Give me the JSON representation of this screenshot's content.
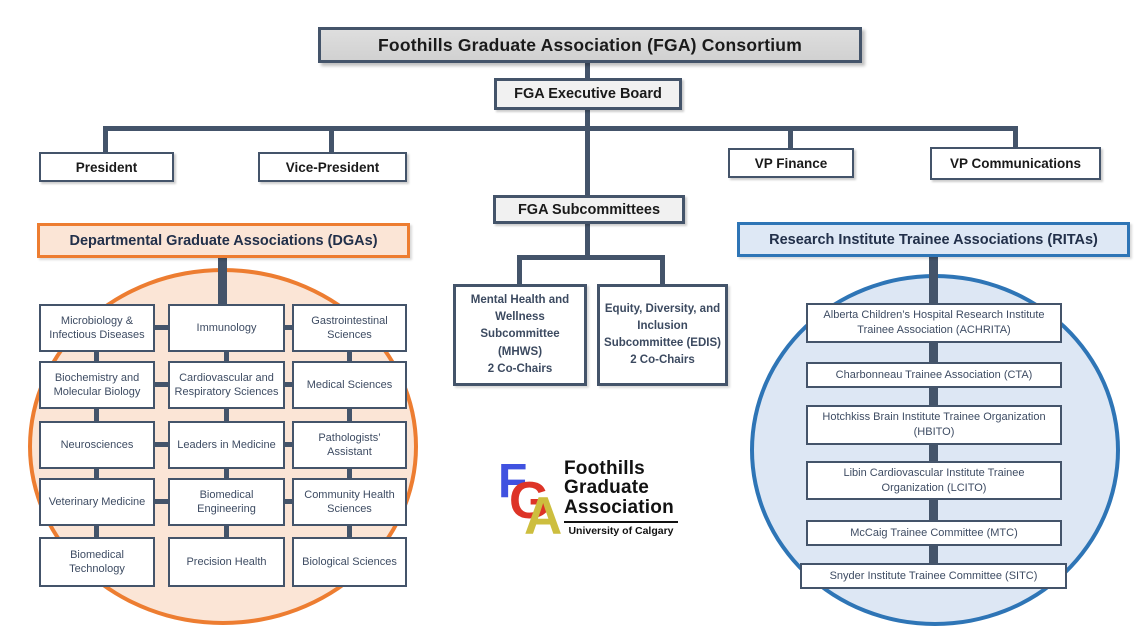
{
  "title": "Foothills Graduate Association (FGA) Consortium",
  "executive": {
    "board_label": "FGA Executive Board",
    "officers": [
      "President",
      "Vice-President",
      "VP Finance",
      "VP Communications"
    ]
  },
  "subcommittees": {
    "label": "FGA Subcommittees",
    "items": [
      {
        "name": "Mental Health and Wellness Subcommittee (MHWS)",
        "chairs": "2 Co-Chairs"
      },
      {
        "name": "Equity, Diversity, and Inclusion Subcommittee (EDIS)",
        "chairs": "2 Co-Chairs"
      }
    ]
  },
  "dga": {
    "label": "Departmental Graduate Associations (DGAs)",
    "items": [
      "Microbiology & Infectious Diseases",
      "Immunology",
      "Gastrointestinal Sciences",
      "Biochemistry and Molecular Biology",
      "Cardiovascular and Respiratory Sciences",
      "Medical Sciences",
      "Neurosciences",
      "Leaders in Medicine",
      "Pathologists’ Assistant",
      "Veterinary Medicine",
      "Biomedical Engineering",
      "Community Health Sciences",
      "Biomedical Technology",
      "Precision Health",
      "Biological Sciences"
    ]
  },
  "rita": {
    "label": "Research Institute Trainee Associations (RITAs)",
    "items": [
      "Alberta Children’s Hospital Research Institute Trainee Association (ACHRITA)",
      "Charbonneau Trainee Association (CTA)",
      "Hotchkiss Brain Institute Trainee Organization (HBITO)",
      "Libin Cardiovascular Institute Trainee Organization (LCITO)",
      "McCaig Trainee Committee (MTC)",
      "Snyder Institute Trainee Committee (SITC)"
    ]
  },
  "logo": {
    "letters": [
      "F",
      "G",
      "A"
    ],
    "name_lines": [
      "Foothills",
      "Graduate",
      "Association"
    ],
    "tagline": "University of Calgary"
  },
  "colors": {
    "connector_line": "#44546A",
    "dga_accent": "#ED7D31",
    "dga_fill": "#FBE5D6",
    "rita_accent": "#2E75B6",
    "rita_fill": "#DDE7F4",
    "title_fill": "#D9D9D9",
    "hub_fill": "#F1F1F1",
    "logo_f": "#4052E0",
    "logo_g": "#DD3427",
    "logo_a": "#CDBE3E"
  }
}
